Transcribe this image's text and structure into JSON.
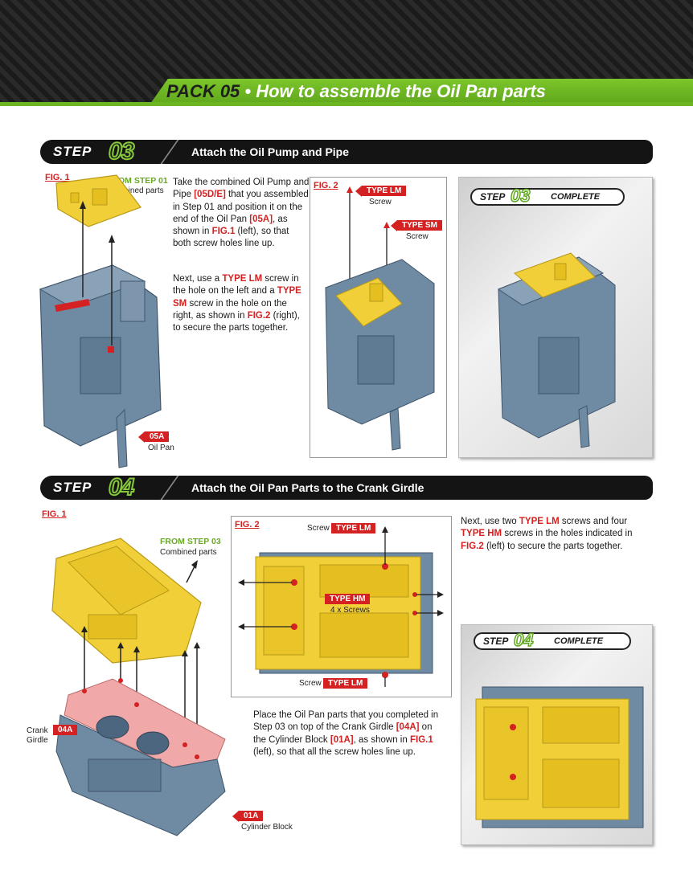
{
  "header": {
    "pack": "PACK 05",
    "separator": " • ",
    "title": "How to assemble the Oil Pan parts"
  },
  "step03": {
    "word": "STEP",
    "number": "03",
    "title": "Attach the Oil Pump and Pipe",
    "fig1": "FIG. 1",
    "from_step": "FROM STEP 01",
    "from_sub": "Combined parts",
    "para1_a": "Take the combined Oil Pump and Pipe ",
    "para1_b": "[05D/E]",
    "para1_c": " that you assembled in Step 01 and position it on the end of the Oil Pan ",
    "para1_d": "[05A]",
    "para1_e": ", as shown in ",
    "para1_f": "FIG.1",
    "para1_g": " (left), so that both screw holes line up.",
    "para2_a": "Next, use a ",
    "para2_b": "TYPE LM",
    "para2_c": " screw in the hole on the left and a ",
    "para2_d": "TYPE SM",
    "para2_e": " screw in the hole on the right, as shown in ",
    "para2_f": "FIG.2",
    "para2_g": " (right), to secure the parts together.",
    "fig2": "FIG. 2",
    "type_lm": "TYPE LM",
    "type_lm_sub": "Screw",
    "type_sm": "TYPE SM",
    "type_sm_sub": "Screw",
    "part_code": "05A",
    "part_name": "Oil Pan",
    "complete_word": "STEP",
    "complete_num": "03",
    "complete_label": "COMPLETE"
  },
  "step04": {
    "word": "STEP",
    "number": "04",
    "title": "Attach the Oil Pan Parts to the Crank Girdle",
    "fig1": "FIG. 1",
    "from_step": "FROM STEP 03",
    "from_sub": "Combined parts",
    "fig2": "FIG. 2",
    "screw_top": "Screw",
    "type_lm_top": "TYPE LM",
    "type_hm": "TYPE HM",
    "type_hm_sub": "4 x Screws",
    "screw_bottom": "Screw",
    "type_lm_bottom": "TYPE LM",
    "para1_a": "Next, use two ",
    "para1_b": "TYPE LM",
    "para1_c": " screws and four ",
    "para1_d": "TYPE HM",
    "para1_e": " screws in the holes indicated in ",
    "para1_f": "FIG.2",
    "para1_g": " (left) to secure the parts together.",
    "para2_a": "Place the Oil Pan parts that you completed in Step 03 on top of the Crank Girdle ",
    "para2_b": "[04A]",
    "para2_c": " on the Cylinder Block ",
    "para2_d": "[01A]",
    "para2_e": ", as shown in ",
    "para2_f": "FIG.1",
    "para2_g": " (left), so that all the screw holes line up.",
    "crank_label": "Crank Girdle",
    "crank_code": "04A",
    "block_code": "01A",
    "block_name": "Cylinder Block",
    "complete_word": "STEP",
    "complete_num": "04",
    "complete_label": "COMPLETE"
  },
  "colors": {
    "accent_green": "#6bb522",
    "label_red": "#d42121",
    "part_blue": "#6f8aa3",
    "part_yellow": "#f1cf38"
  }
}
